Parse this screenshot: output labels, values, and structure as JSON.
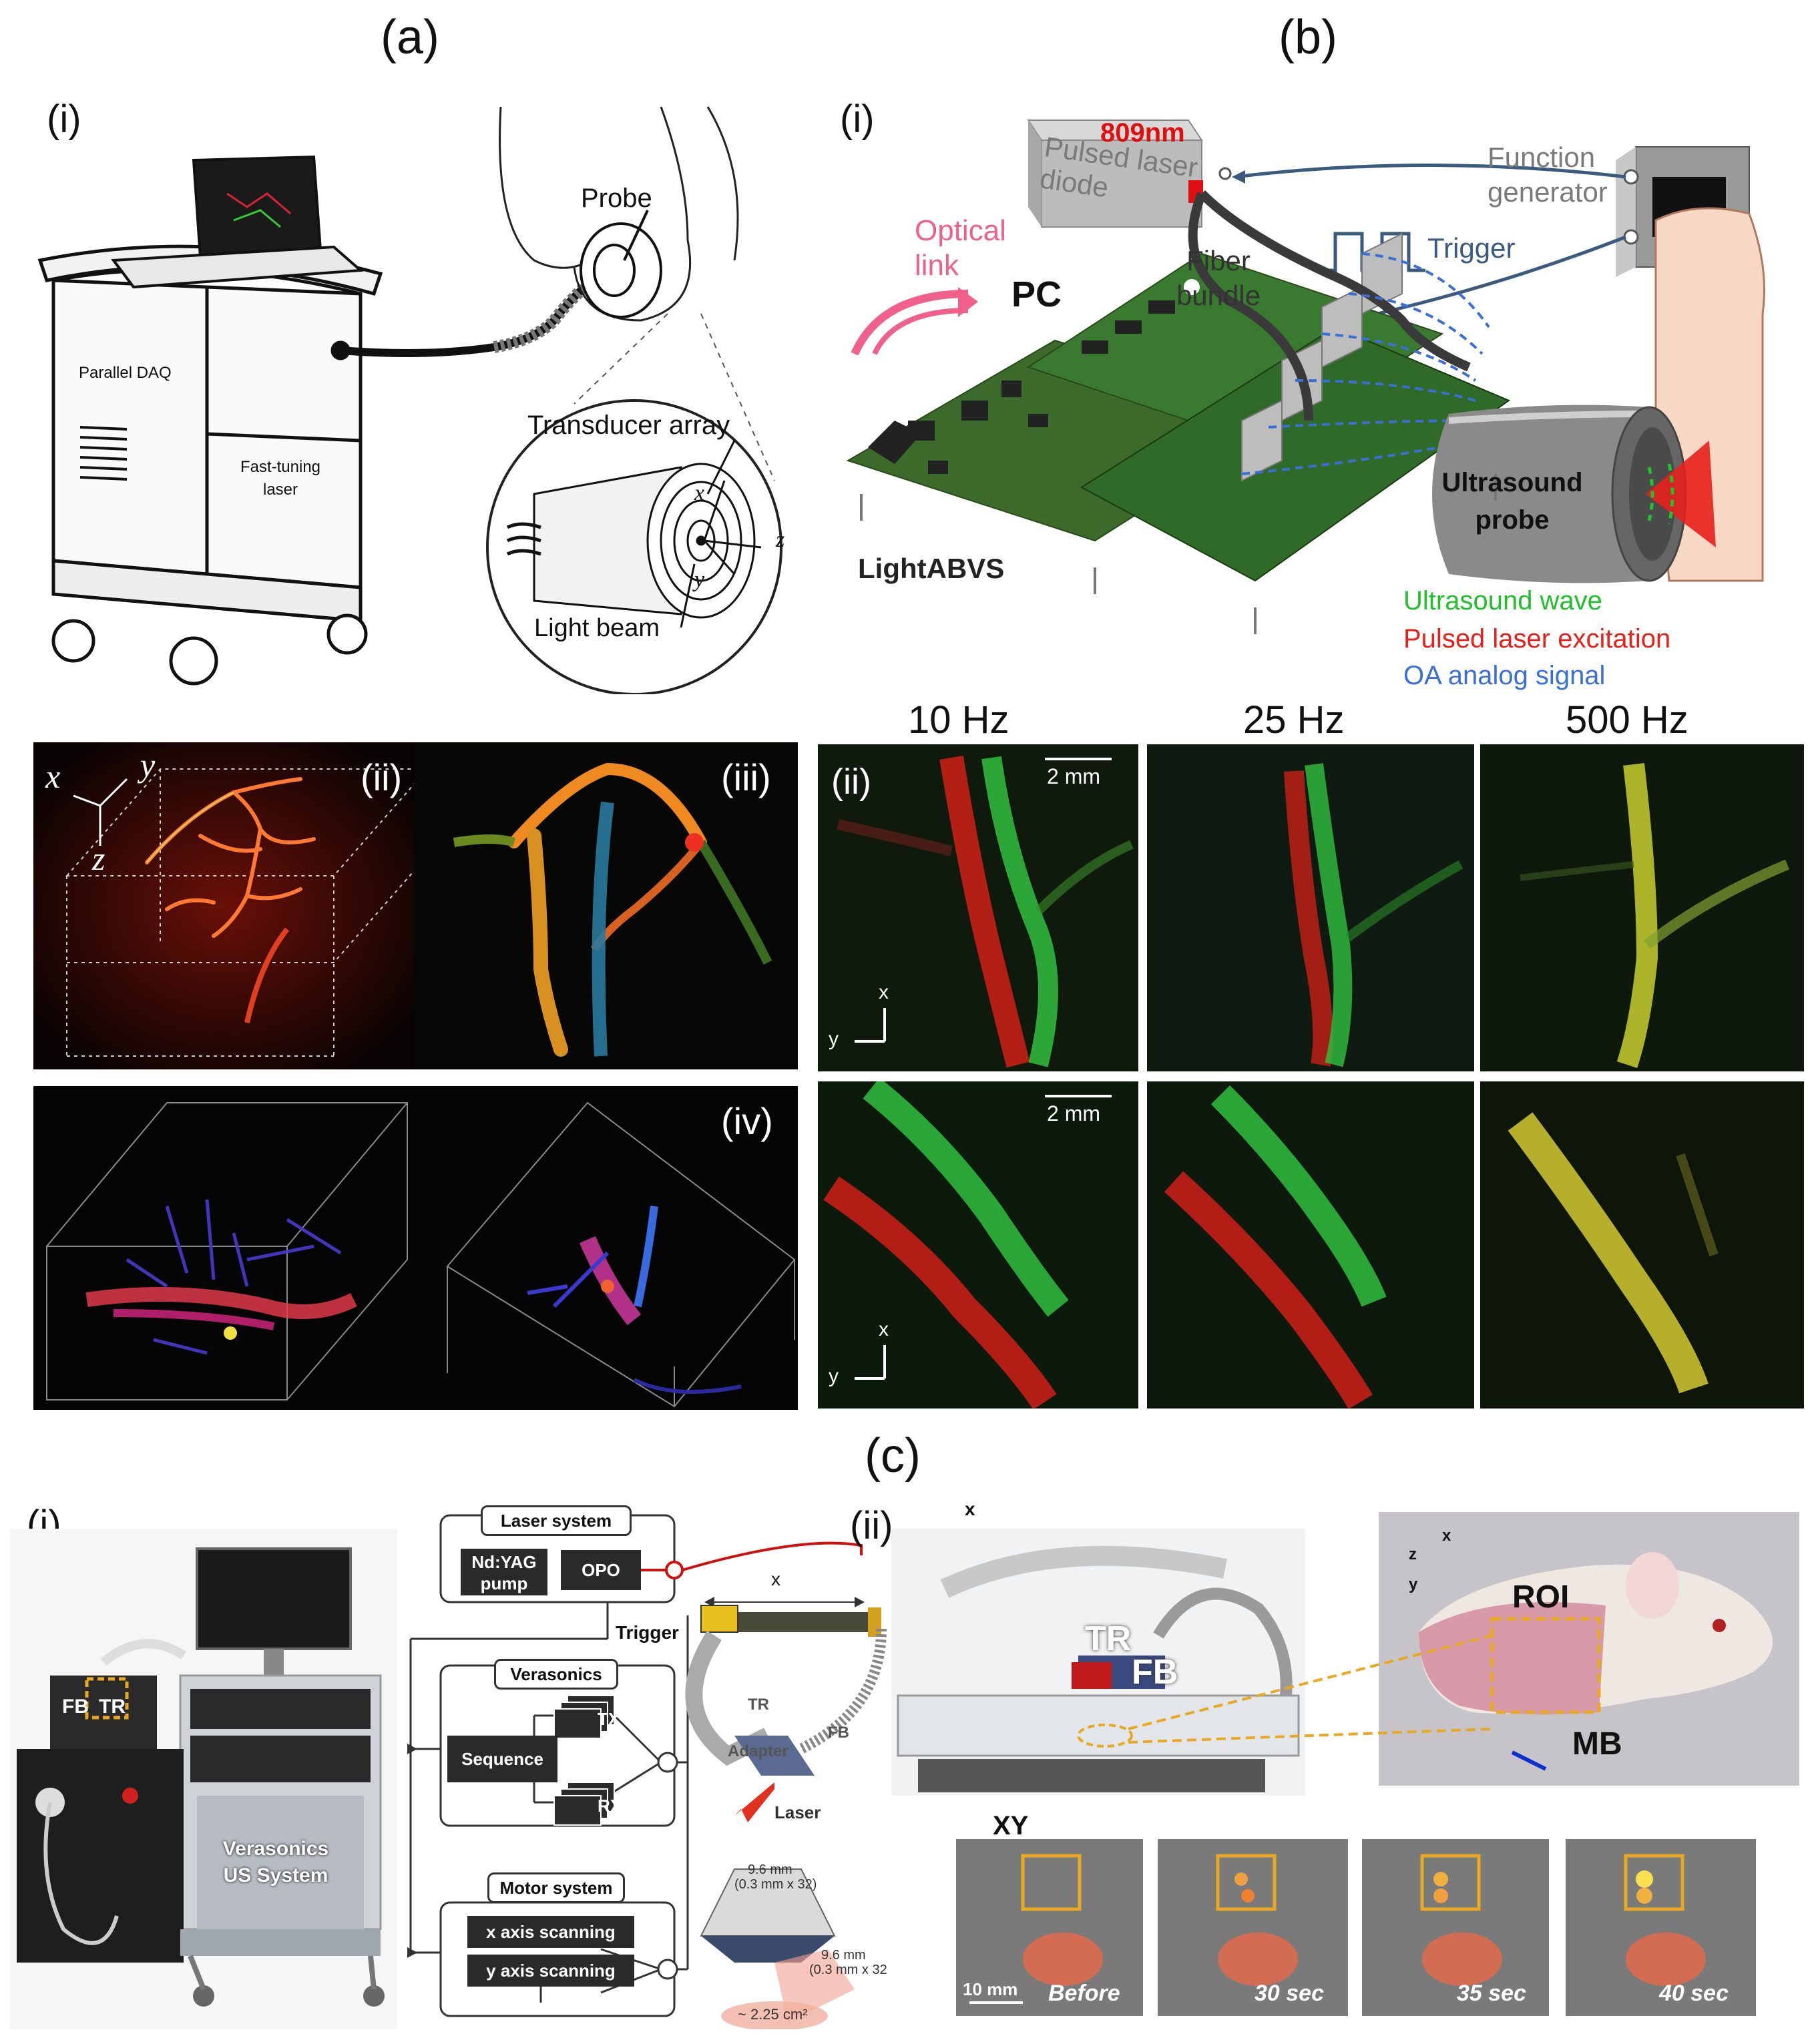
{
  "panels": {
    "a": "(a)",
    "b": "(b)",
    "c": "(c)"
  },
  "sub": {
    "a_i": "(i)",
    "a_ii": "(ii)",
    "a_iii": "(iii)",
    "a_iv": "(iv)",
    "b_i": "(i)",
    "b_ii": "(ii)",
    "c_i": "(i)",
    "c_ii": "(ii)"
  },
  "a_labels": {
    "probe": "Probe",
    "transducer_array": "Transducer array",
    "light_beam": "Light beam",
    "parallel_daq": "Parallel DAQ",
    "fast_tuning_laser": "Fast-tuning laser",
    "axis_x": "x",
    "axis_y": "y",
    "axis_z": "z"
  },
  "b_labels": {
    "wavelength": "809nm",
    "pulsed_laser_diode": "Pulsed laser diode",
    "function_generator": "Function generator",
    "optical_link": "Optical link",
    "pc": "PC",
    "trigger": "Trigger",
    "fiber_bundle": "Fiber bundle",
    "lightabvs": "LightABVS",
    "ultrasound_probe": "Ultrasound probe",
    "legend_ultrasound": "Ultrasound wave",
    "legend_laser": "Pulsed laser excitation",
    "legend_oa": "OA analog signal",
    "freq_10": "10 Hz",
    "freq_25": "25 Hz",
    "freq_500": "500 Hz",
    "scale_bar": "2 mm",
    "axis_x": "x",
    "axis_y": "y"
  },
  "c_labels": {
    "laser_system": "Laser system",
    "ndyag": "Nd:YAG pump",
    "opo": "OPO",
    "trigger": "Trigger",
    "verasonics": "Verasonics",
    "sequence": "Sequence",
    "tx": "TX",
    "rx": "RX",
    "motor_system": "Motor system",
    "x_scan": "x axis scanning",
    "y_scan": "y axis scanning",
    "x_axis": "x",
    "tr": "TR",
    "fb": "FB",
    "adapter": "Adapter",
    "laser": "Laser",
    "dim1": "9.6 mm",
    "dim1b": "(0.3 mm x 32)",
    "dim2": "9.6 mm",
    "dim2b": "(0.3 mm x 32",
    "area": "~ 2.25 cm²",
    "fb_tr_fb": "FB",
    "fb_tr_tr": "TR",
    "verasonics_us_system": "Verasonics US System",
    "roi": "ROI",
    "mb": "MB",
    "xy": "XY",
    "scale": "10 mm",
    "t_before": "Before",
    "t_30": "30 sec",
    "t_35": "35 sec",
    "t_40": "40 sec",
    "ax_x": "x",
    "ax_y": "y",
    "ax_z": "z"
  },
  "colors": {
    "ultrasound_green": "#22c02a",
    "laser_red": "#e8201c",
    "oa_blue": "#3a6fd8",
    "optical_pink": "#f0608a",
    "roi_yellow": "#e8a820"
  }
}
